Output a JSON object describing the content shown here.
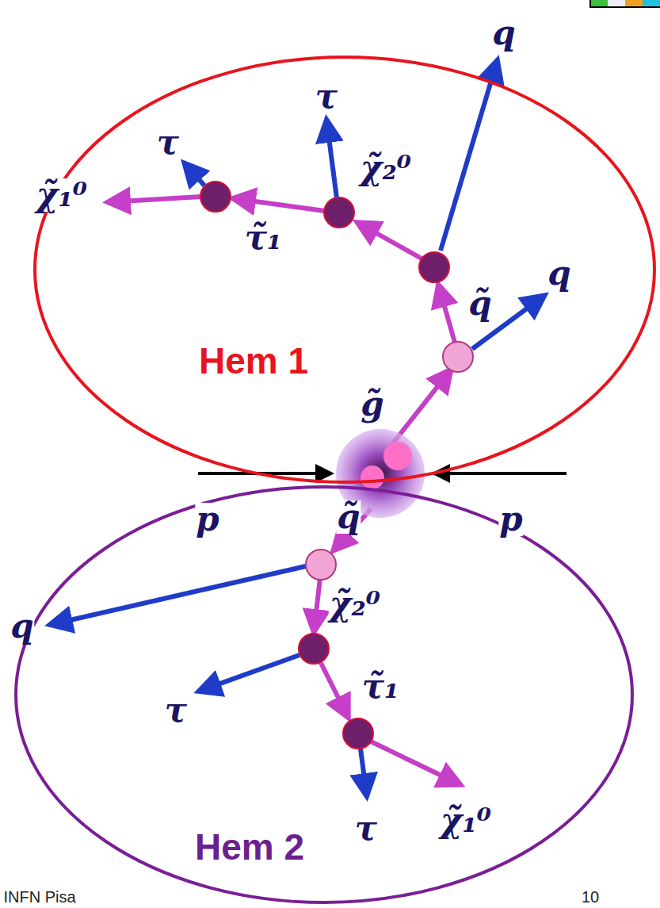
{
  "diagram": {
    "nodes": [
      {
        "text": [
          "Hem 1"
        ]
      },
      {
        "text": [
          "Hem 2"
        ]
      }
    ],
    "labels": [
      "τ",
      "q",
      "χ̃₁⁰",
      "τ",
      "χ̃₂⁰",
      "τ̃₁",
      "q",
      "q̃",
      "g̃",
      "p",
      "p",
      "q̃",
      "χ̃₂⁰",
      "q",
      "τ",
      "τ̃₁",
      "τ",
      "χ̃₁⁰",
      "INFN Pisa",
      "10"
    ]
  }
}
